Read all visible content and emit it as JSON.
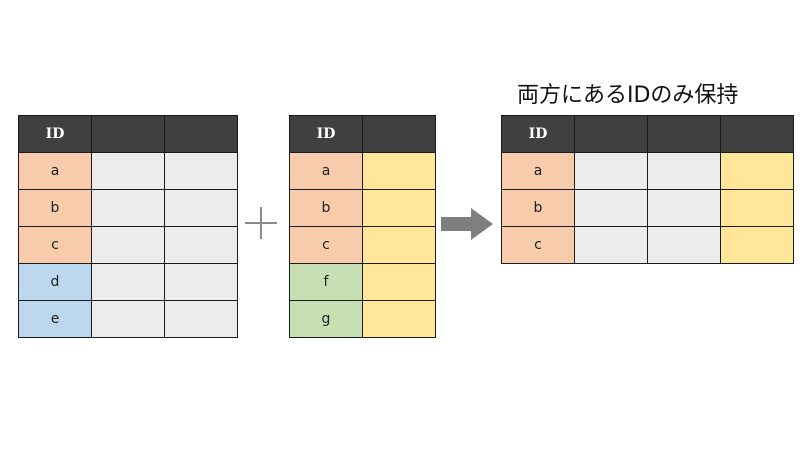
{
  "caption": "両方にあるIDのみ保持",
  "header_id": "ID",
  "left_table": {
    "ids": [
      "a",
      "b",
      "c",
      "d",
      "e"
    ]
  },
  "right_table": {
    "ids": [
      "a",
      "b",
      "c",
      "f",
      "g"
    ]
  },
  "result_table": {
    "ids": [
      "a",
      "b",
      "c"
    ]
  },
  "colors": {
    "header": "#404040",
    "shared_id": "#f7cbac",
    "left_only_id": "#bdd7ee",
    "right_only_id": "#c6e0b4",
    "left_value": "#ececec",
    "right_value": "#ffe699",
    "operator": "#8a8a8a",
    "arrow": "#7f7f7f"
  }
}
